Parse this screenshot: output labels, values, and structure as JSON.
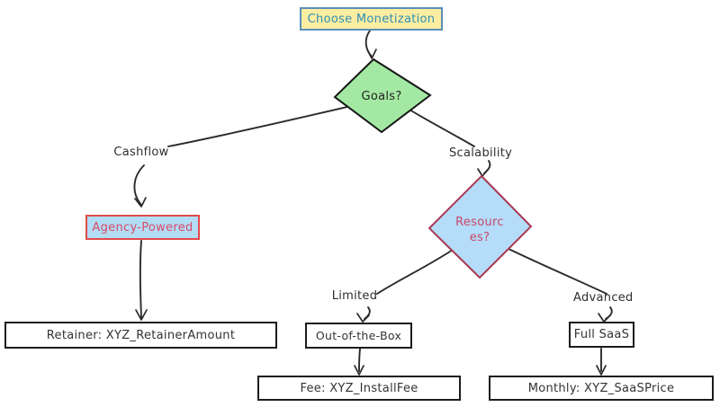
{
  "diagram": {
    "type": "flowchart",
    "background": "#ffffff",
    "edge_color": "#2b2b2b",
    "nodes": {
      "start": {
        "label": "Choose Monetization",
        "shape": "rectangle",
        "fill": "#fdeea2",
        "border": "#5b8fb9",
        "text_color": "#2f8fb5"
      },
      "goals": {
        "label": "Goals?",
        "shape": "diamond",
        "fill": "#a3e9a3",
        "border": "#171717",
        "text_color": "#232323"
      },
      "agency": {
        "label": "Agency-Powered",
        "shape": "rectangle",
        "fill": "#b3dcf5",
        "border": "#e14b4b",
        "text_color": "#d94a66"
      },
      "resources": {
        "lines": [
          "Resourc",
          "es?"
        ],
        "shape": "diamond",
        "fill": "#b5dcf8",
        "border": "#a83a52",
        "text_color": "#c8486a"
      },
      "retainer": {
        "label": "Retainer: XYZ_RetainerAmount",
        "shape": "rectangle",
        "fill": "#ffffff",
        "border": "#1c1c1c",
        "text_color": "#333333"
      },
      "out_of_the_box": {
        "label": "Out-of-the-Box",
        "shape": "rectangle",
        "fill": "#ffffff",
        "border": "#1c1c1c",
        "text_color": "#333333"
      },
      "fee": {
        "label": "Fee: XYZ_InstallFee",
        "shape": "rectangle",
        "fill": "#ffffff",
        "border": "#1c1c1c",
        "text_color": "#333333"
      },
      "full_saas": {
        "label": "Full SaaS",
        "shape": "rectangle",
        "fill": "#ffffff",
        "border": "#1c1c1c",
        "text_color": "#333333"
      },
      "monthly": {
        "label": "Monthly: XYZ_SaaSPrice",
        "shape": "rectangle",
        "fill": "#ffffff",
        "border": "#1c1c1c",
        "text_color": "#333333"
      }
    },
    "edge_labels": {
      "cashflow": "Cashflow",
      "scalability": "Scalability",
      "limited": "Limited",
      "advanced": "Advanced"
    }
  }
}
